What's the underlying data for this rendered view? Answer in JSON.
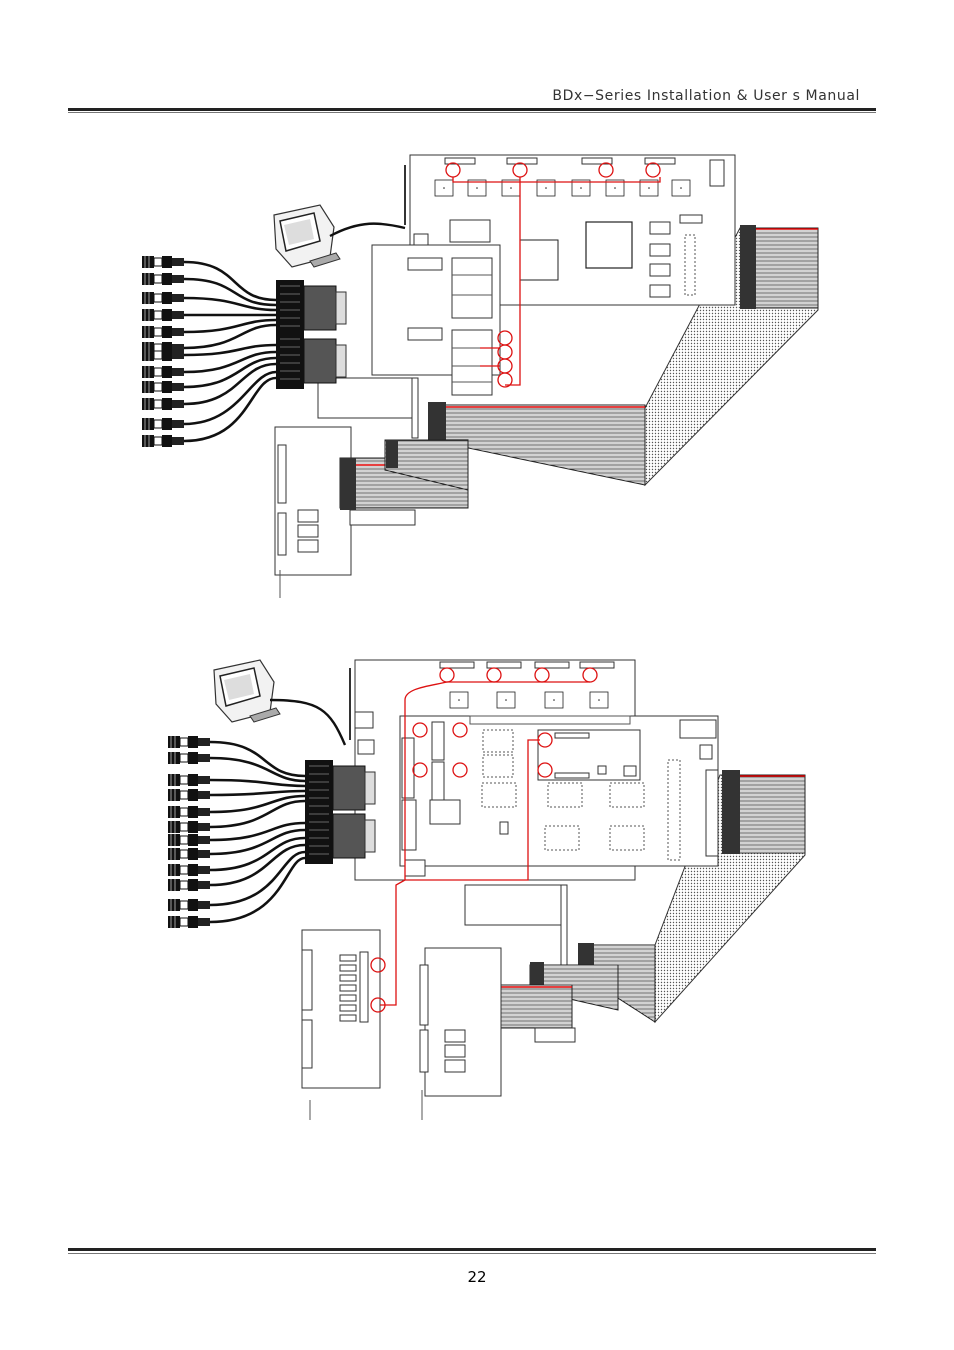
{
  "header": {
    "title": "BDx−Series Installation & User s Manual"
  },
  "footer": {
    "page_number": "22"
  },
  "figures": [
    {
      "id": "top-wiring-diagram"
    },
    {
      "id": "bottom-wiring-diagram"
    }
  ]
}
